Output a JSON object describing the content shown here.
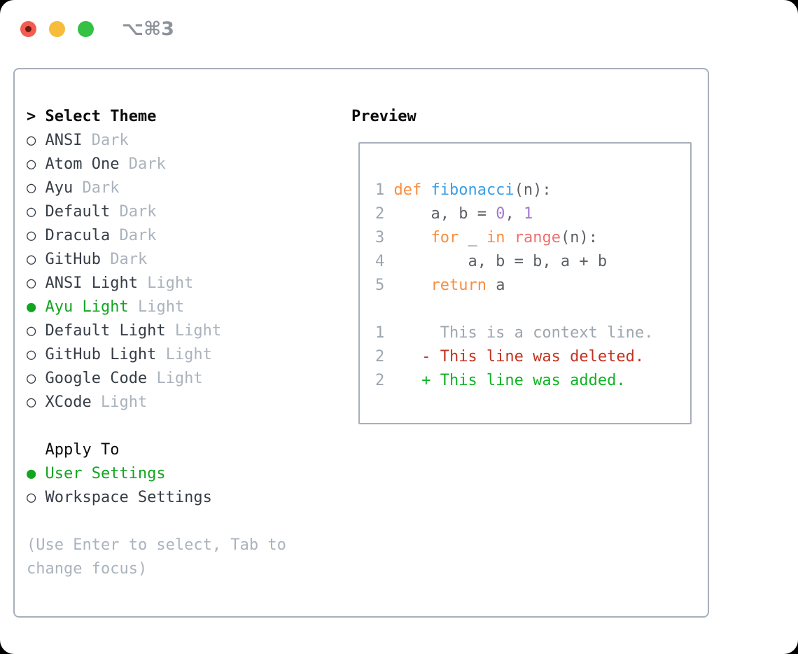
{
  "titlebar": {
    "shortcut": "⌥⌘3"
  },
  "colors": {
    "selected_green": "#12a521",
    "muted_gray": "#aab3bd",
    "border_gray": "#a7afba",
    "keyword_orange": "#fa8d3e",
    "function_blue": "#399ee6",
    "number_purple": "#a37acc",
    "call_coral": "#f07171",
    "diff_deleted_red": "#c23321",
    "diff_added_green": "#0fb324",
    "traffic_red": "#f45c52",
    "traffic_yellow": "#f6bc3c",
    "traffic_green": "#34c144"
  },
  "theme_selector": {
    "prompt": ">",
    "title": "Select Theme",
    "themes": [
      {
        "marker": "○",
        "name": "ANSI",
        "variant": "Dark",
        "selected": false
      },
      {
        "marker": "○",
        "name": "Atom One",
        "variant": "Dark",
        "selected": false
      },
      {
        "marker": "○",
        "name": "Ayu",
        "variant": "Dark",
        "selected": false
      },
      {
        "marker": "○",
        "name": "Default",
        "variant": "Dark",
        "selected": false
      },
      {
        "marker": "○",
        "name": "Dracula",
        "variant": "Dark",
        "selected": false
      },
      {
        "marker": "○",
        "name": "GitHub",
        "variant": "Dark",
        "selected": false
      },
      {
        "marker": "○",
        "name": "ANSI Light",
        "variant": "Light",
        "selected": false
      },
      {
        "marker": "●",
        "name": "Ayu Light",
        "variant": "Light",
        "selected": true
      },
      {
        "marker": "○",
        "name": "Default Light",
        "variant": "Light",
        "selected": false
      },
      {
        "marker": "○",
        "name": "GitHub Light",
        "variant": "Light",
        "selected": false
      },
      {
        "marker": "○",
        "name": "Google Code",
        "variant": "Light",
        "selected": false
      },
      {
        "marker": "○",
        "name": "XCode",
        "variant": "Light",
        "selected": false
      }
    ]
  },
  "apply_to": {
    "title": "Apply To",
    "options": [
      {
        "marker": "●",
        "label": "User Settings",
        "selected": true
      },
      {
        "marker": "○",
        "label": "Workspace Settings",
        "selected": false
      }
    ]
  },
  "hint": "(Use Enter to select, Tab to change focus)",
  "preview": {
    "title": "Preview",
    "lines": [
      {
        "num": "1",
        "t0": "def ",
        "t1": "fibonacci",
        "t2": "(n):"
      },
      {
        "num": "2",
        "t0": "    a, b = ",
        "t1": "0",
        "t2": ", ",
        "t3": "1"
      },
      {
        "num": "3",
        "t0": "    ",
        "t1": "for",
        "t2": " _ ",
        "t3": "in",
        "t4": " ",
        "t5": "range",
        "t6": "(n):"
      },
      {
        "num": "4",
        "t0": "        a, b = b, a + b"
      },
      {
        "num": "5",
        "t0": "    ",
        "t1": "return",
        "t2": " a"
      },
      {
        "num": "",
        "t0": ""
      },
      {
        "num": "1",
        "t0": "     This is a context line."
      },
      {
        "num": "2",
        "t0": "   - This line was deleted."
      },
      {
        "num": "2",
        "t0": "   + This line was added."
      }
    ]
  }
}
